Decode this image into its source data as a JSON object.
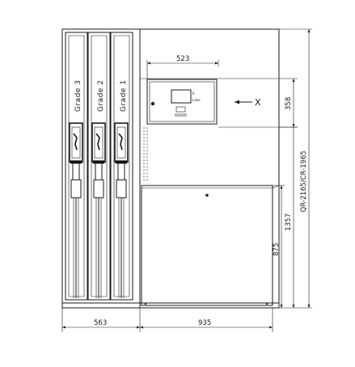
{
  "grades": [
    "Grade 3",
    "Grade 2",
    "Grade 1"
  ],
  "display": {
    "currency": "€",
    "unit": "Liter"
  },
  "dimensions": {
    "display_width": "523",
    "display_height": "358",
    "total_height": "QR-2165/CR-1965",
    "body_height": "1357",
    "cabinet_height": "875",
    "nozzle_width": "563",
    "cabinet_width": "935"
  },
  "marker": "X"
}
